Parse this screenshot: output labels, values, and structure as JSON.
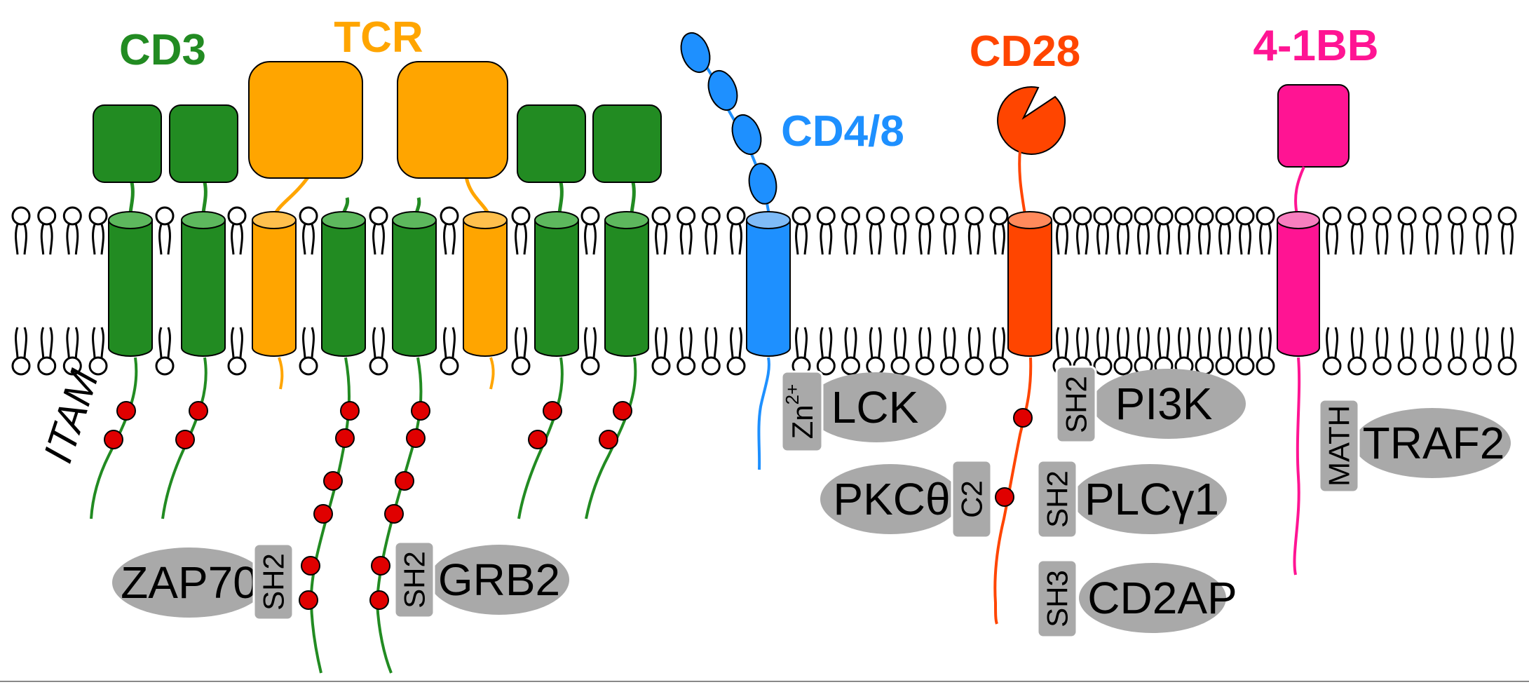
{
  "colors": {
    "cd3": "#228B22",
    "cd3_light": "#5DB85D",
    "tcr": "#FFA500",
    "tcr_light": "#FFC04D",
    "cd48": "#1E90FF",
    "cd48_light": "#7FBBF7",
    "cd28": "#FF4500",
    "cd28_light": "#FF8A5C",
    "bb4": "#FF1493",
    "bb4_light": "#F77FBF",
    "phospho": "#E00000",
    "protein": "#A9A9A9"
  },
  "receptors": {
    "cd3": "CD3",
    "tcr": "TCR",
    "cd48": "CD4/8",
    "cd28": "CD28",
    "bb4": "4-1BB"
  },
  "annotations": {
    "itam": "ITAM"
  },
  "proteins": {
    "zap70": {
      "name": "ZAP70",
      "domain": "SH2"
    },
    "grb2": {
      "name": "GRB2",
      "domain": "SH2"
    },
    "lck": {
      "name": "LCK",
      "domain_base": "Zn",
      "domain_sup": "2+"
    },
    "pi3k": {
      "name": "PI3K",
      "domain": "SH2"
    },
    "pkc": {
      "name": "PKCθ",
      "domain": "C2"
    },
    "plcg1": {
      "name": "PLCγ1",
      "domain": "SH2"
    },
    "cd2ap": {
      "name": "CD2AP",
      "domain": "SH3"
    },
    "traf2": {
      "name": "TRAF2",
      "domain": "MATH"
    }
  }
}
